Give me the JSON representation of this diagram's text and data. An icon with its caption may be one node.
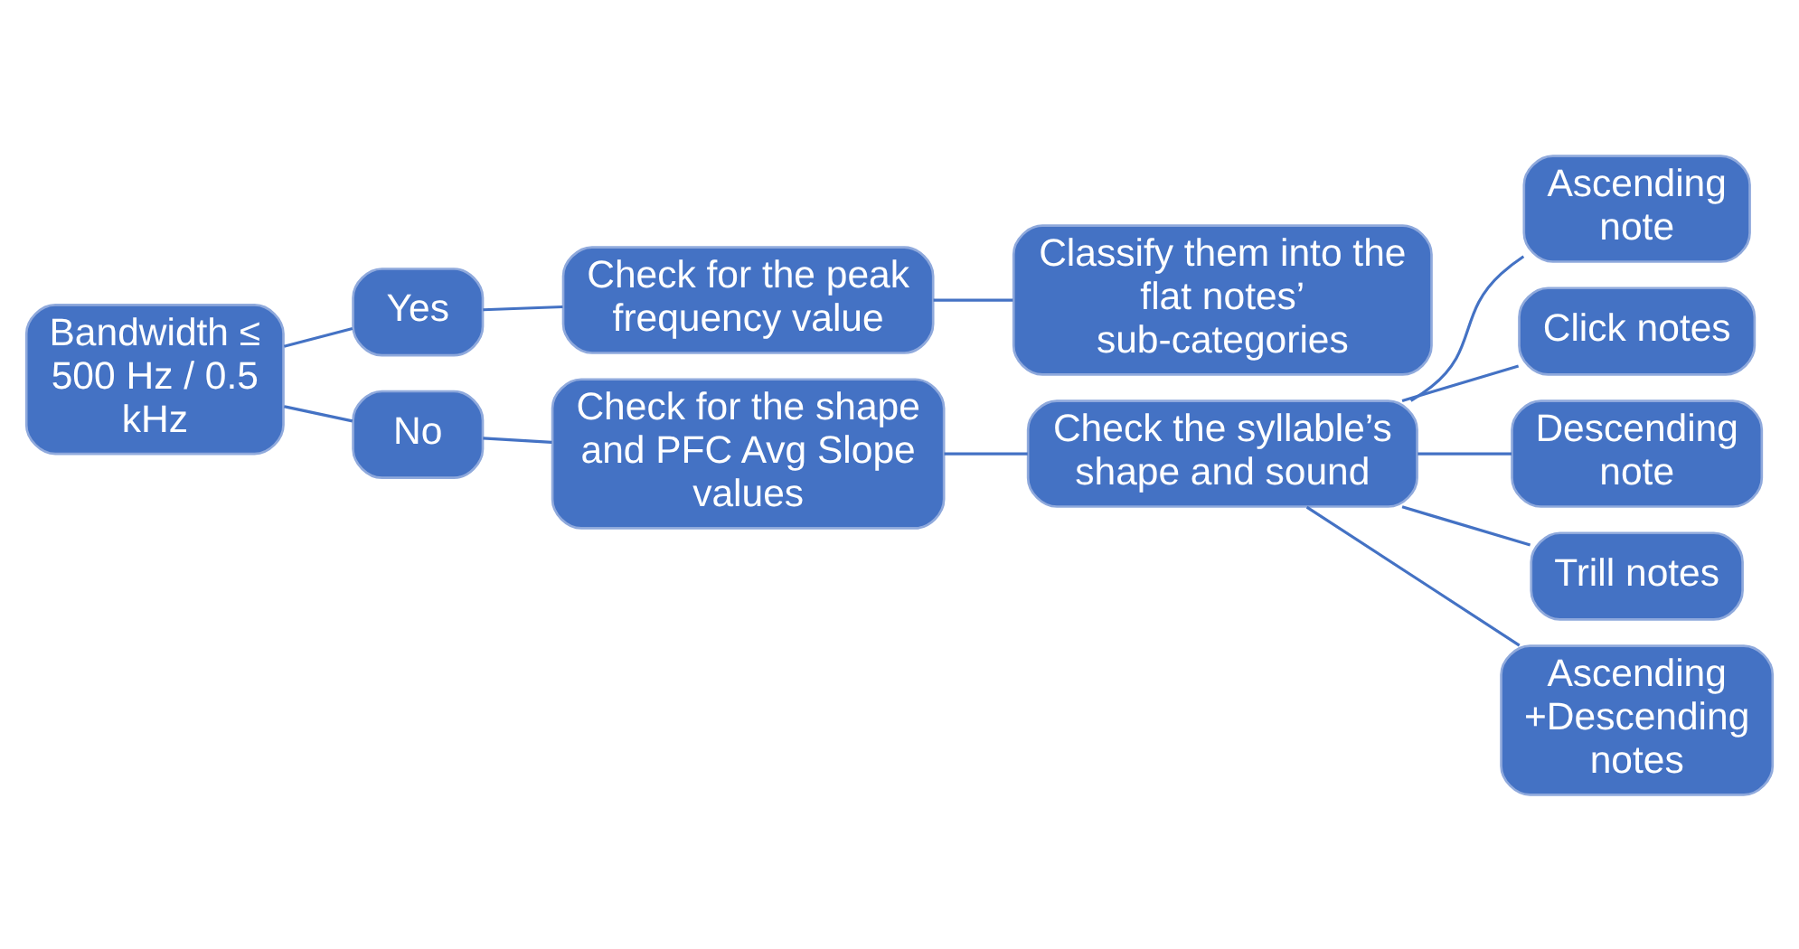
{
  "diagram": {
    "nodes": [
      {
        "text": [
          "Bandwidth ≤ 500 Hz / 0.5 kHz"
        ]
      },
      {
        "text": [
          "Yes"
        ]
      },
      {
        "text": [
          "Check for the peak frequency value"
        ]
      },
      {
        "text": [
          "Classify them into the flat notes’ sub-categories"
        ]
      },
      {
        "text": [
          "No"
        ]
      },
      {
        "text": [
          "Check for the shape and PFC Avg Slope values"
        ]
      },
      {
        "text": [
          "Check the syllable’s shape and sound"
        ]
      },
      {
        "text": [
          "Ascending note"
        ]
      },
      {
        "text": [
          "Click notes"
        ]
      },
      {
        "text": [
          "Descending note"
        ]
      },
      {
        "text": [
          "Trill notes"
        ]
      },
      {
        "text": [
          "Ascending +Descending notes"
        ]
      }
    ],
    "edges": [
      {
        "from": 0,
        "to": 1,
        "arrow": "none"
      },
      {
        "from": 1,
        "to": 2,
        "arrow": "none"
      },
      {
        "from": 2,
        "to": 3,
        "arrow": "none"
      },
      {
        "from": 0,
        "to": 4,
        "arrow": "none"
      },
      {
        "from": 4,
        "to": 5,
        "arrow": "none"
      },
      {
        "from": 5,
        "to": 6,
        "arrow": "none"
      },
      {
        "from": 6,
        "to": 7,
        "arrow": "none"
      },
      {
        "from": 6,
        "to": 8,
        "arrow": "none"
      },
      {
        "from": 6,
        "to": 9,
        "arrow": "none"
      },
      {
        "from": 6,
        "to": 10,
        "arrow": "none"
      },
      {
        "from": 6,
        "to": 11,
        "arrow": "none"
      }
    ]
  }
}
